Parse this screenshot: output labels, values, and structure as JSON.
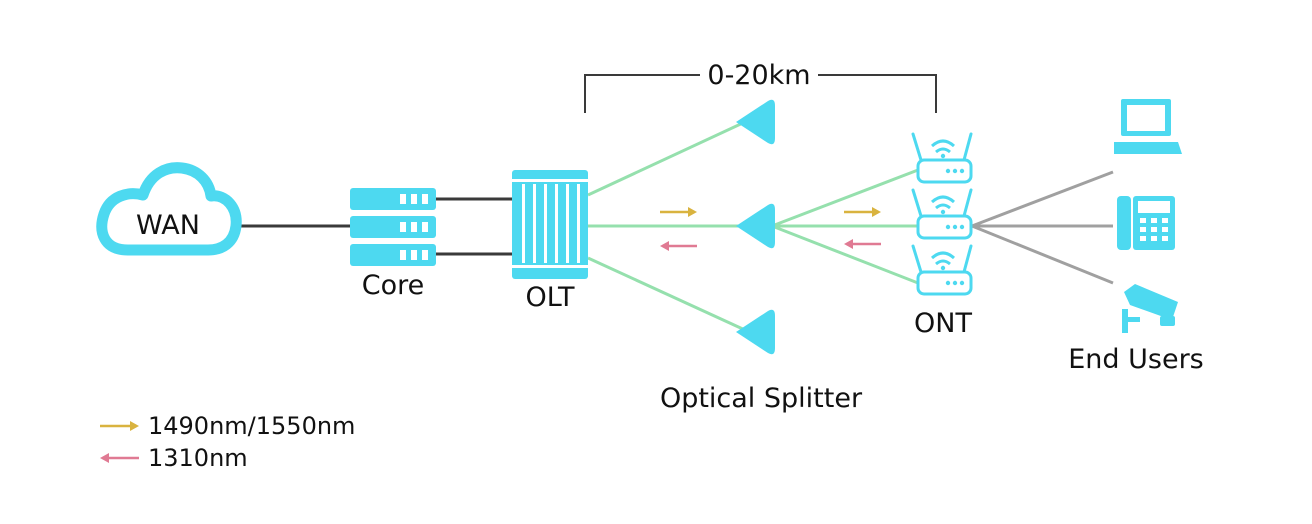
{
  "labels": {
    "wan": "WAN",
    "core": "Core",
    "olt": "OLT",
    "splitter": "Optical Splitter",
    "ont": "ONT",
    "end_users": "End Users",
    "distance": "0-20km"
  },
  "legend": {
    "downstream": "1490nm/1550nm",
    "upstream": "1310nm"
  },
  "colors": {
    "device": "#4dd9f0",
    "fiber": "#95e0ad",
    "copper": "#3a3a3a",
    "ethernet": "#a0a0a0",
    "downstream_arrow": "#d9b33f",
    "upstream_arrow": "#e07a93"
  },
  "icons": [
    "cloud-icon",
    "server-icon",
    "olt-icon",
    "splitter-icon",
    "router-icon",
    "laptop-icon",
    "phone-icon",
    "camera-icon"
  ]
}
